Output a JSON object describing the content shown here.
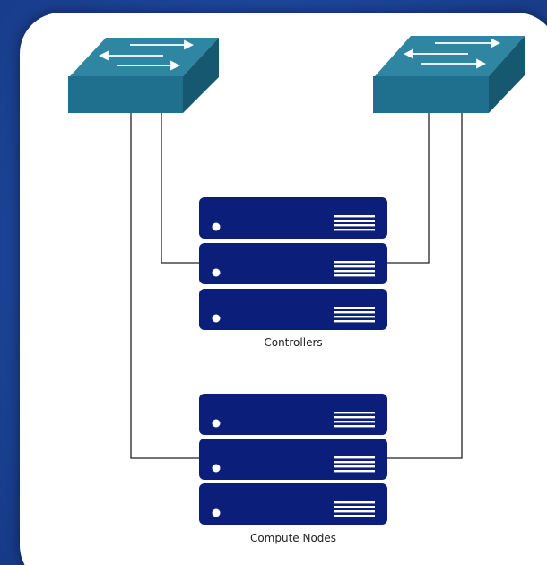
{
  "colors": {
    "background": "#1d469b",
    "panel": "#ffffff",
    "switch_top": "#2f86a3",
    "switch_front": "#1f6f8e",
    "switch_side": "#16586f",
    "server": "#0a1e7a",
    "server_detail": "#ffffff",
    "wire": "#222222"
  },
  "icons": {
    "switch": "network-switch-icon",
    "server": "server-icon"
  },
  "diagram": {
    "switches": [
      {
        "name": "switch-left"
      },
      {
        "name": "switch-right"
      }
    ],
    "groups": [
      {
        "label": "Controllers",
        "server_count": 3
      },
      {
        "label": "Compute Nodes",
        "server_count": 3
      }
    ]
  }
}
